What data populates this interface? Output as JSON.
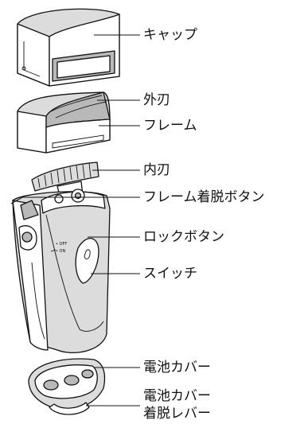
{
  "labels": {
    "cap": "キャップ",
    "outer_blade": "外刃",
    "frame": "フレーム",
    "inner_blade": "内刃",
    "frame_release": "フレーム着脱ボタン",
    "lock_button": "ロックボタン",
    "switch": "スイッチ",
    "battery_cover": "電池カバー",
    "battery_release_line1": "電池カバー",
    "battery_release_line2": "着脱レバー"
  },
  "switch_marks": {
    "off": "• OFF",
    "on": "• ON"
  },
  "colors": {
    "ink": "#111111",
    "body_fill": "#dcdcdc",
    "shade_fill": "#b9b9b9"
  }
}
